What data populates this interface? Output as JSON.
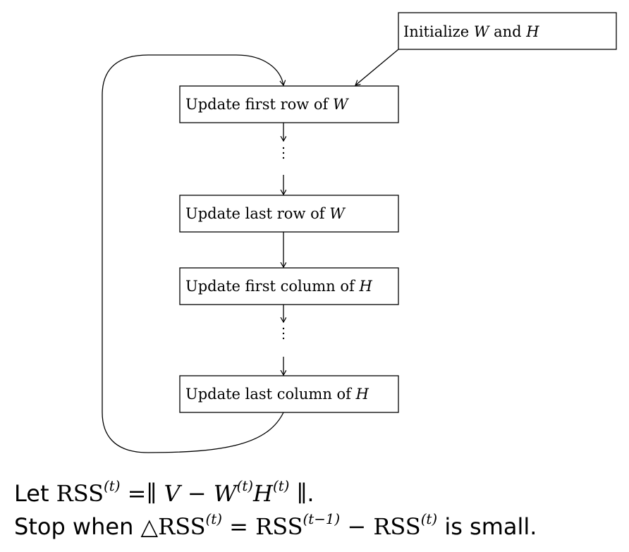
{
  "nodes": {
    "init": {
      "text": "Initialize ",
      "v1": "W",
      "mid": " and ",
      "v2": "H"
    },
    "first_row": {
      "text": "Update first row of ",
      "v": "W"
    },
    "last_row": {
      "text": "Update last row of ",
      "v": "W"
    },
    "first_col": {
      "text": "Update first column of ",
      "v": "H"
    },
    "last_col": {
      "text": "Update last column of ",
      "v": "H"
    }
  },
  "caption": {
    "line1": {
      "lead": "Let ",
      "rss": "RSS",
      "t": "(t)",
      "eq": " =∥ ",
      "v": "V",
      "minus": " − ",
      "w": "W",
      "t2": "(t)",
      "h": "H",
      "t3": "(t)",
      "norm_end": " ∥",
      "period": "."
    },
    "line2": {
      "lead": "Stop when ",
      "delta": "△",
      "rss": "RSS",
      "t": "(t)",
      "eq": " = ",
      "rss2": "RSS",
      "tm1": "(t−1)",
      "minus": " − ",
      "rss3": "RSS",
      "t3": "(t)",
      "tail": " is small."
    }
  }
}
